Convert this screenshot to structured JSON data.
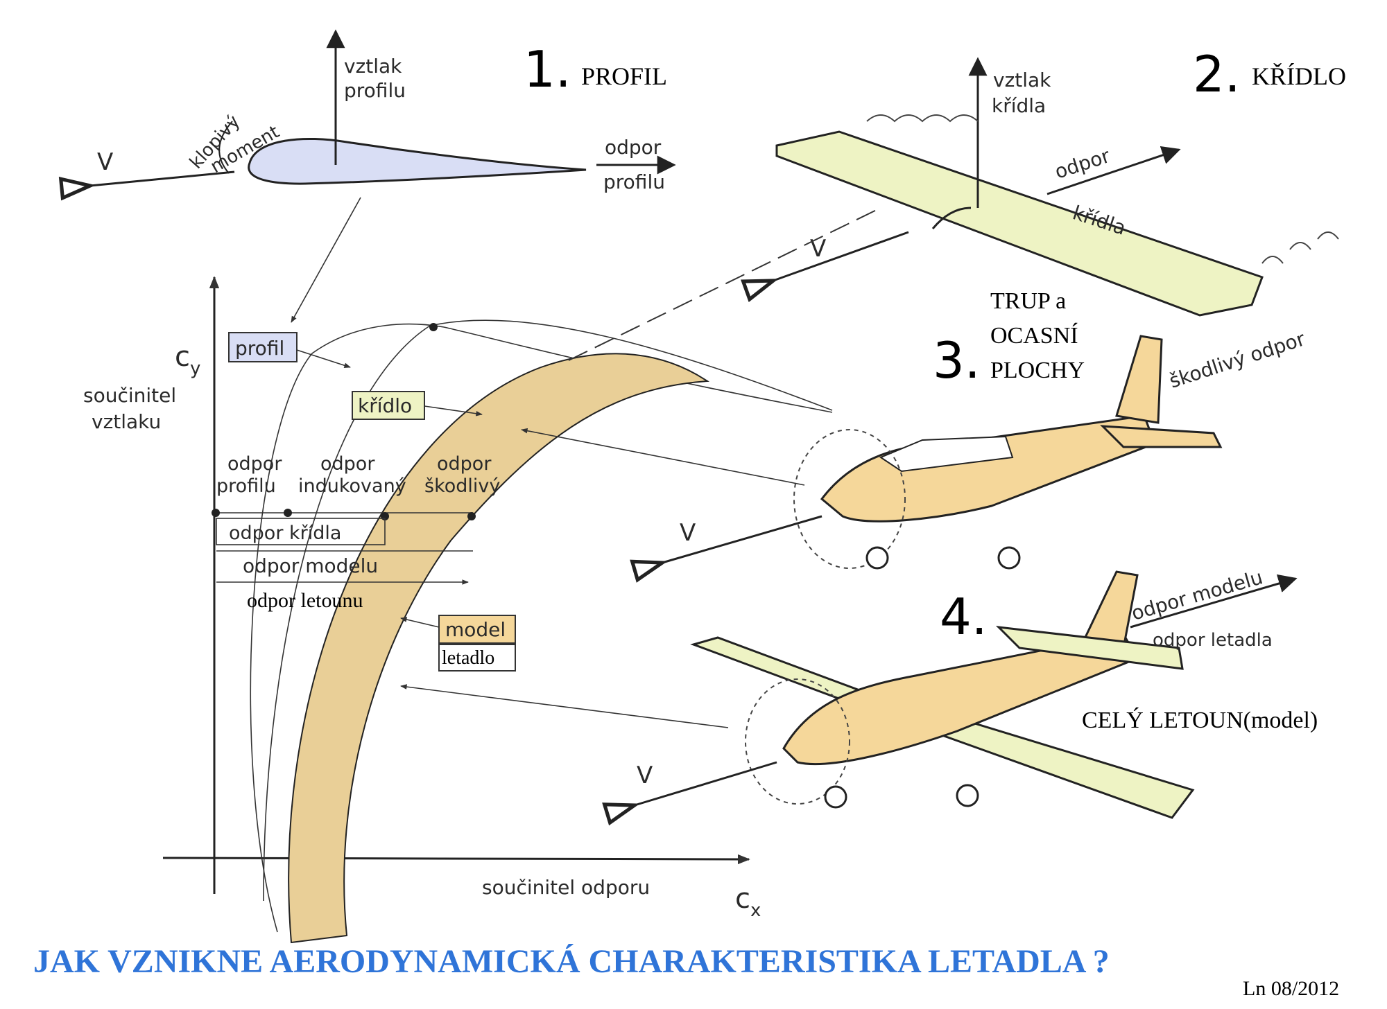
{
  "title": "JAK VZNIKNE AERODYNAMICKÁ CHARAKTERISTIKA LETADLA ?",
  "signature": "Ln 08/2012",
  "colors": {
    "profile_fill": "#d9def5",
    "wing_fill": "#eef3c4",
    "model_fill": "#f5d79a",
    "curve_band": "#e9cf97",
    "title_blue": "#2f74d8"
  },
  "sections": {
    "s1": {
      "number": "1.",
      "label": "PROFIL"
    },
    "s2": {
      "number": "2.",
      "label": "KŘÍDLO"
    },
    "s3": {
      "number": "3.",
      "label_line1": "TRUP a",
      "label_line2": "OCASNÍ",
      "label_line3": "PLOCHY"
    },
    "s4": {
      "number": "4.",
      "label": "CELÝ LETOUN(model)"
    }
  },
  "profile": {
    "lift_line1": "vztlak",
    "lift_line2": "profilu",
    "moment_line1": "klopivý",
    "moment_line2": "moment",
    "drag_line1": "odpor",
    "drag_line2": "profilu",
    "v": "V"
  },
  "wing": {
    "lift_line1": "vztlak",
    "lift_line2": "křídla",
    "drag_line1": "odpor",
    "drag_line2": "křídla",
    "v": "V"
  },
  "fuselage": {
    "harmful_drag": "škodlivý odpor",
    "v": "V"
  },
  "whole": {
    "drag_model": "odpor modelu",
    "drag_aircraft": "odpor letadla",
    "v": "V"
  },
  "graph": {
    "ylabel_symbol": "c",
    "ylabel_sub": "y",
    "ylabel_line1": "součinitel",
    "ylabel_line2": "vztlaku",
    "xlabel": "součinitel odporu",
    "xlabel_symbol": "c",
    "xlabel_sub": "x",
    "tag_profil": "profil",
    "tag_kridlo": "křídlo",
    "tag_model": "model",
    "tag_letadlo": "letadlo",
    "col1_line1": "odpor",
    "col1_line2": "profilu",
    "col2_line1": "odpor",
    "col2_line2": "indukovaný",
    "col3_line1": "odpor",
    "col3_line2": "škodlivý",
    "bar_kridla": "odpor křídla",
    "bar_modelu": "odpor modelu",
    "bar_letounu": "odpor letounu"
  }
}
